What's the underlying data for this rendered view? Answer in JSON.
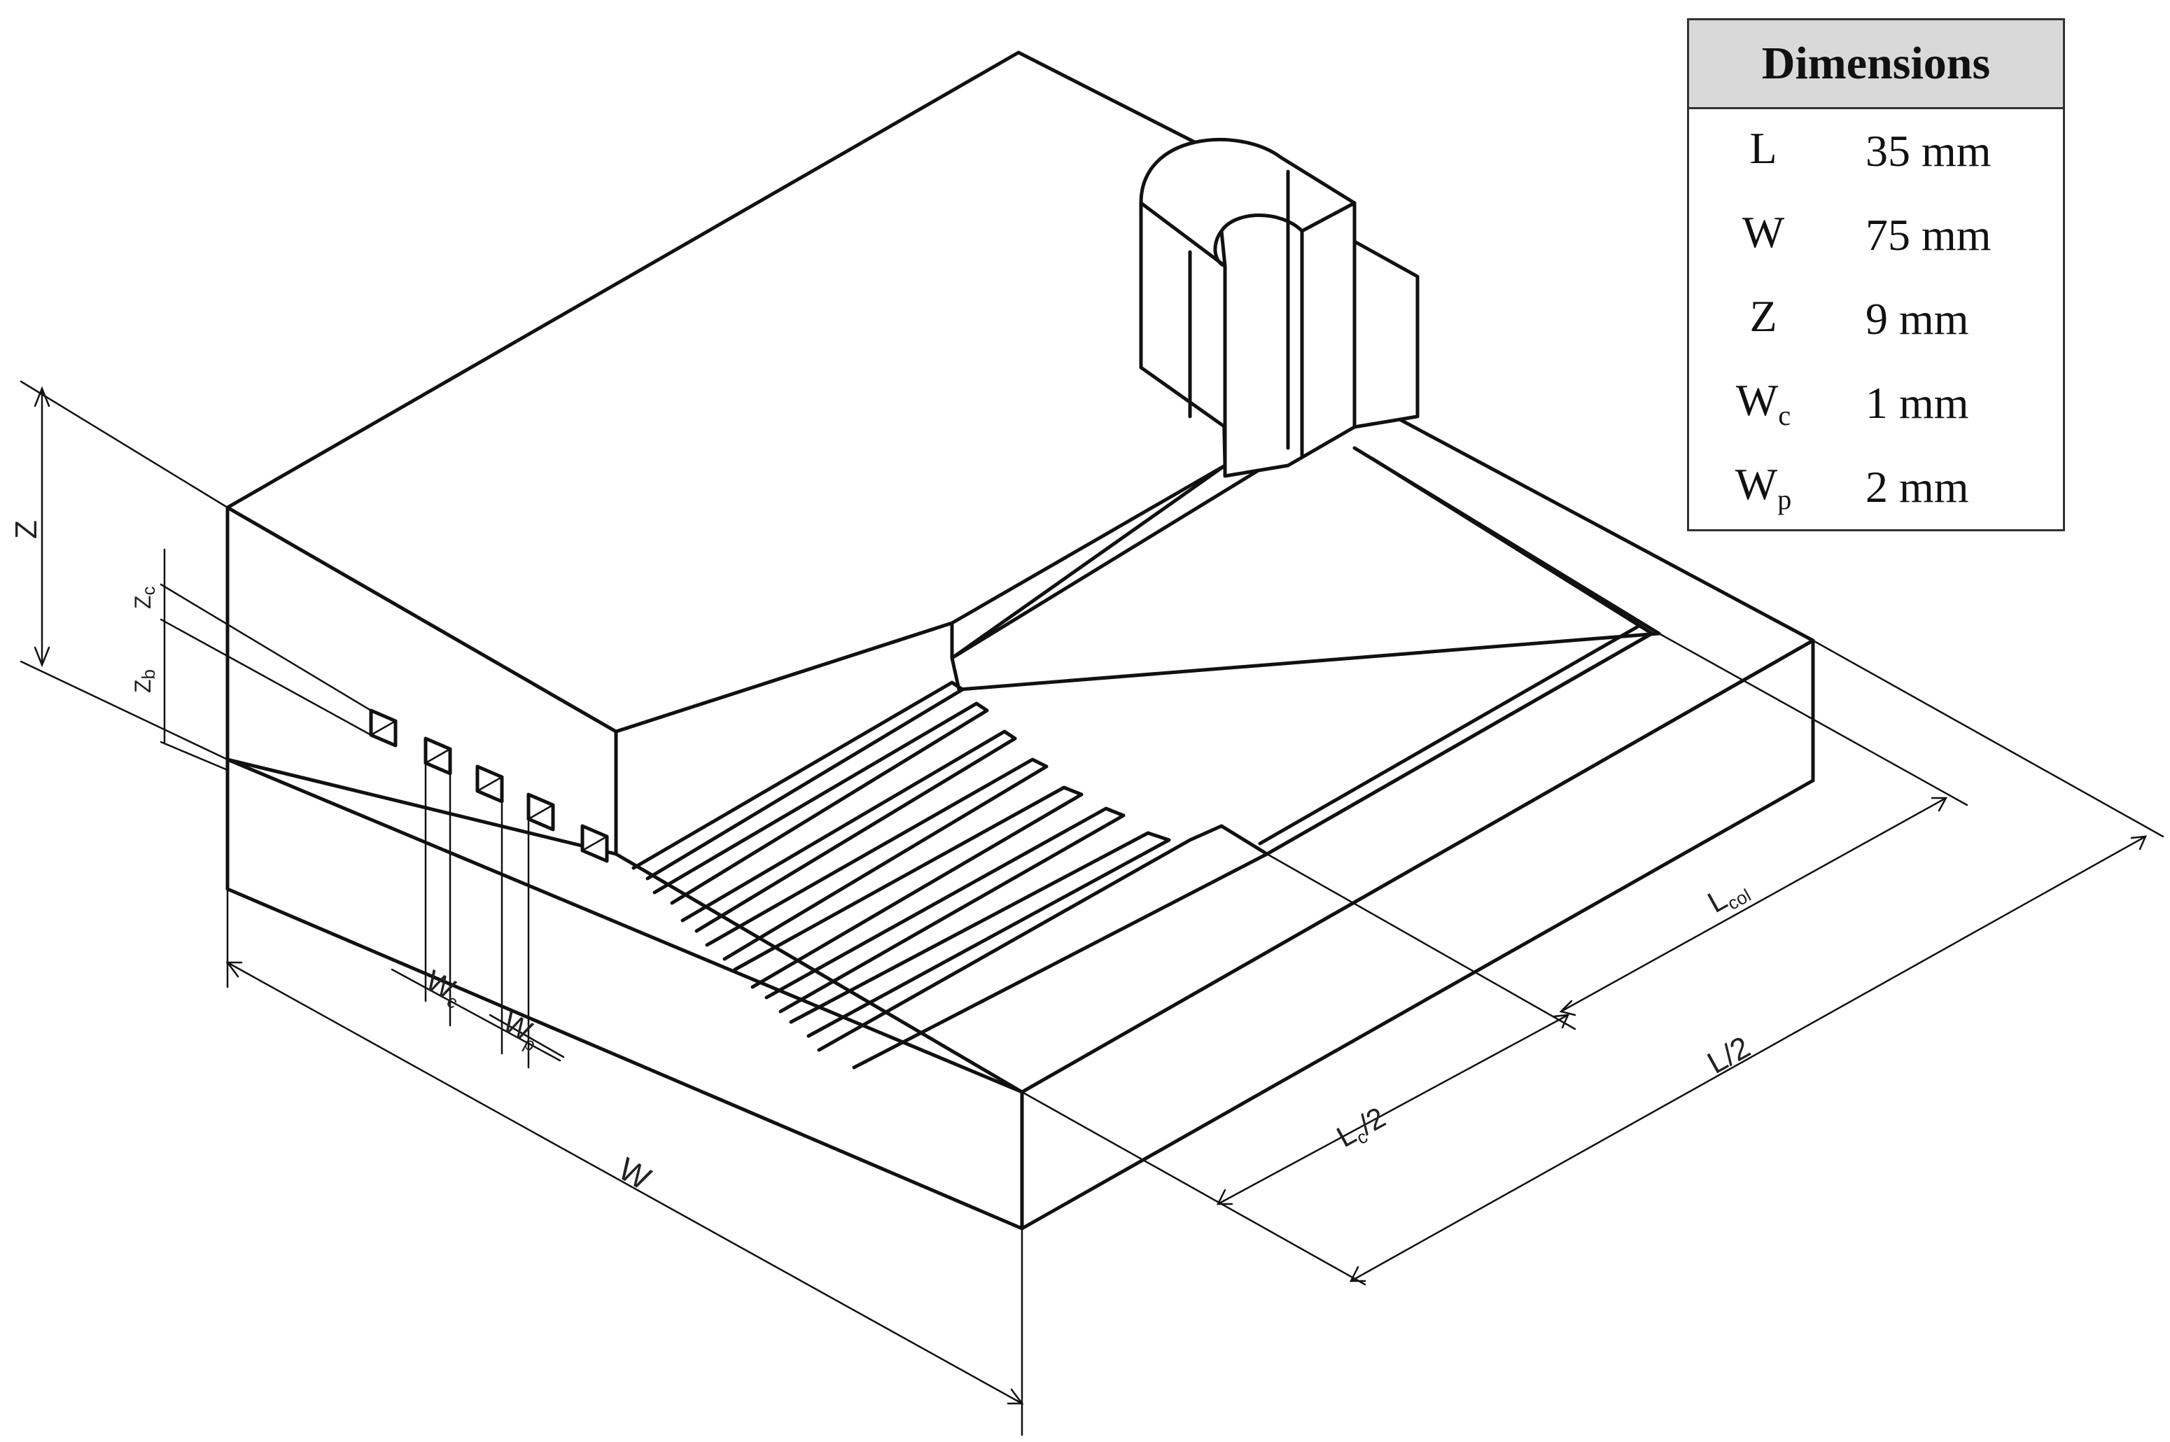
{
  "labels": {
    "Z": "Z",
    "Zc_main": "Z",
    "Zc_sub": "c",
    "Zb_main": "Z",
    "Zb_sub": "b",
    "Wc_main": "W",
    "Wc_sub": "c",
    "Wp_main": "W",
    "Wp_sub": "p",
    "W": "W",
    "Lcol_main": "L",
    "Lcol_sub": "col",
    "Lc2_main": "L",
    "Lc2_sub": "c",
    "Lc2_tail": "/2",
    "L2": "L/2"
  },
  "table": {
    "header": "Dimensions",
    "rows": [
      {
        "symbol": "L",
        "symbol_sub": "",
        "value": "35 mm"
      },
      {
        "symbol": "W",
        "symbol_sub": "",
        "value": "75 mm"
      },
      {
        "symbol": "Z",
        "symbol_sub": "",
        "value": "9 mm"
      },
      {
        "symbol": "W",
        "symbol_sub": "c",
        "value": "1 mm"
      },
      {
        "symbol": "W",
        "symbol_sub": "p",
        "value": "2 mm"
      }
    ]
  }
}
